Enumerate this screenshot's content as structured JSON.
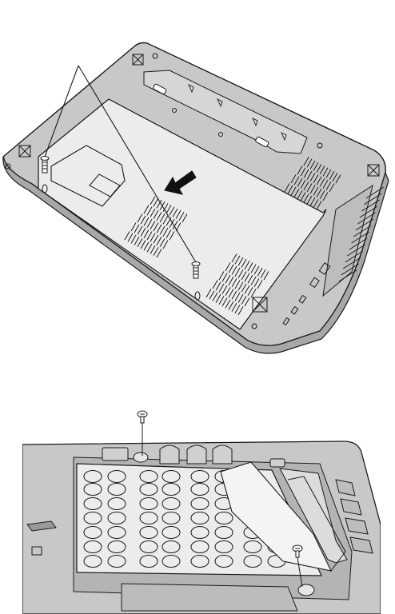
{
  "figure": {
    "top": {
      "callout_lines": 2,
      "screws_shown": 2,
      "direction_arrow": "arrow-pointing-down-left"
    },
    "bottom": {
      "screws_shown": 2,
      "panel": "perforated-cover-with-circular-holes",
      "sheet": "lifted-film-over-cover"
    },
    "colors": {
      "body": "#c8c8c8",
      "body_dark": "#a8a8a8",
      "panel": "#ececec",
      "stroke": "#1a1a1a",
      "arrow": "#111111"
    }
  }
}
